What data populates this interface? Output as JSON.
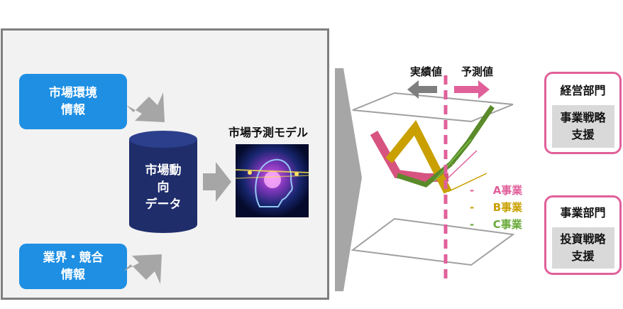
{
  "left": {
    "box1": {
      "line1": "市場環境",
      "line2": "情報"
    },
    "box2": {
      "line1": "業界・競合",
      "line2": "情報"
    },
    "cylinder": {
      "line1": "市場動",
      "line2": "向",
      "line3": "データ"
    },
    "model_label": "市場予測モデル"
  },
  "chart": {
    "actual_label": "実績値",
    "forecast_label": "予測値",
    "legend": [
      {
        "dash": "-",
        "name": "A事業",
        "color": "#e0609a"
      },
      {
        "dash": "-",
        "name": "B事業",
        "color": "#c9a000"
      },
      {
        "dash": "-",
        "name": "C事業",
        "color": "#6aaa3a"
      }
    ]
  },
  "departments": [
    {
      "title": "経営部門",
      "line1": "事業戦略",
      "line2": "支援"
    },
    {
      "title": "事業部門",
      "line1": "投資戦略",
      "line2": "支援"
    }
  ],
  "colors": {
    "blue": "#1e8fe3",
    "navy": "#1f2d6b",
    "pink": "#e0609a",
    "gray_arrow": "#a6a6a6"
  }
}
